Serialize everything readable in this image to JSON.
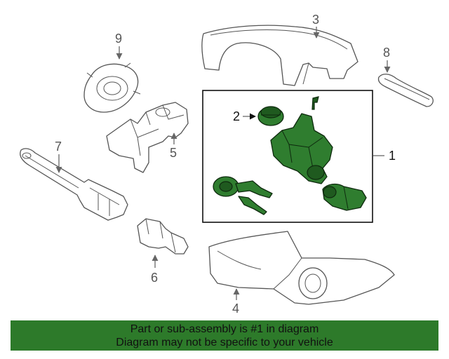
{
  "diagram": {
    "callouts": [
      "1",
      "2",
      "3",
      "4",
      "5",
      "6",
      "7",
      "8",
      "9"
    ]
  },
  "footer": {
    "line1": "Part or sub-assembly is #1 in diagram",
    "line2": "Diagram may not be specific to your vehicle",
    "background": "#2d7a2a",
    "highlight_color": "#2f7d2f"
  }
}
